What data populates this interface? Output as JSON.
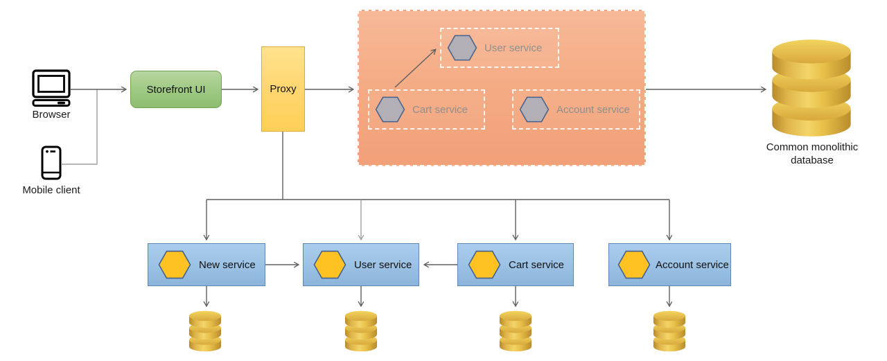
{
  "diagram": {
    "clients": {
      "browser_label": "Browser",
      "mobile_label": "Mobile client"
    },
    "storefront": {
      "label": "Storefront UI"
    },
    "proxy": {
      "label": "Proxy"
    },
    "monolith_zone": {
      "services": [
        {
          "label": "User service"
        },
        {
          "label": "Cart service"
        },
        {
          "label": "Account service"
        }
      ]
    },
    "monolith_db": {
      "label": "Common monolithic database"
    },
    "new_services": [
      {
        "label": "New service"
      },
      {
        "label": "User service"
      },
      {
        "label": "Cart service"
      },
      {
        "label": "Account service"
      }
    ],
    "icons": {
      "browser": "desktop-computer-icon",
      "mobile": "smartphone-icon",
      "service": "hexagon-icon",
      "database": "database-cylinder-icon"
    },
    "colors": {
      "storefront_fill": "#a2cb87",
      "storefront_stroke": "#72a153",
      "proxy_fill": "#ffd773",
      "proxy_stroke": "#d9a93c",
      "zone_fill": "#f4a77f",
      "service_fill": "#9cc2e5",
      "service_stroke": "#5d87b5",
      "hex_active_fill": "#ffc222",
      "hex_inactive_fill": "#b3afb6",
      "hex_stroke": "#44618e",
      "db_gold": "#e2b33c",
      "connector": "#5e5e5e"
    }
  }
}
